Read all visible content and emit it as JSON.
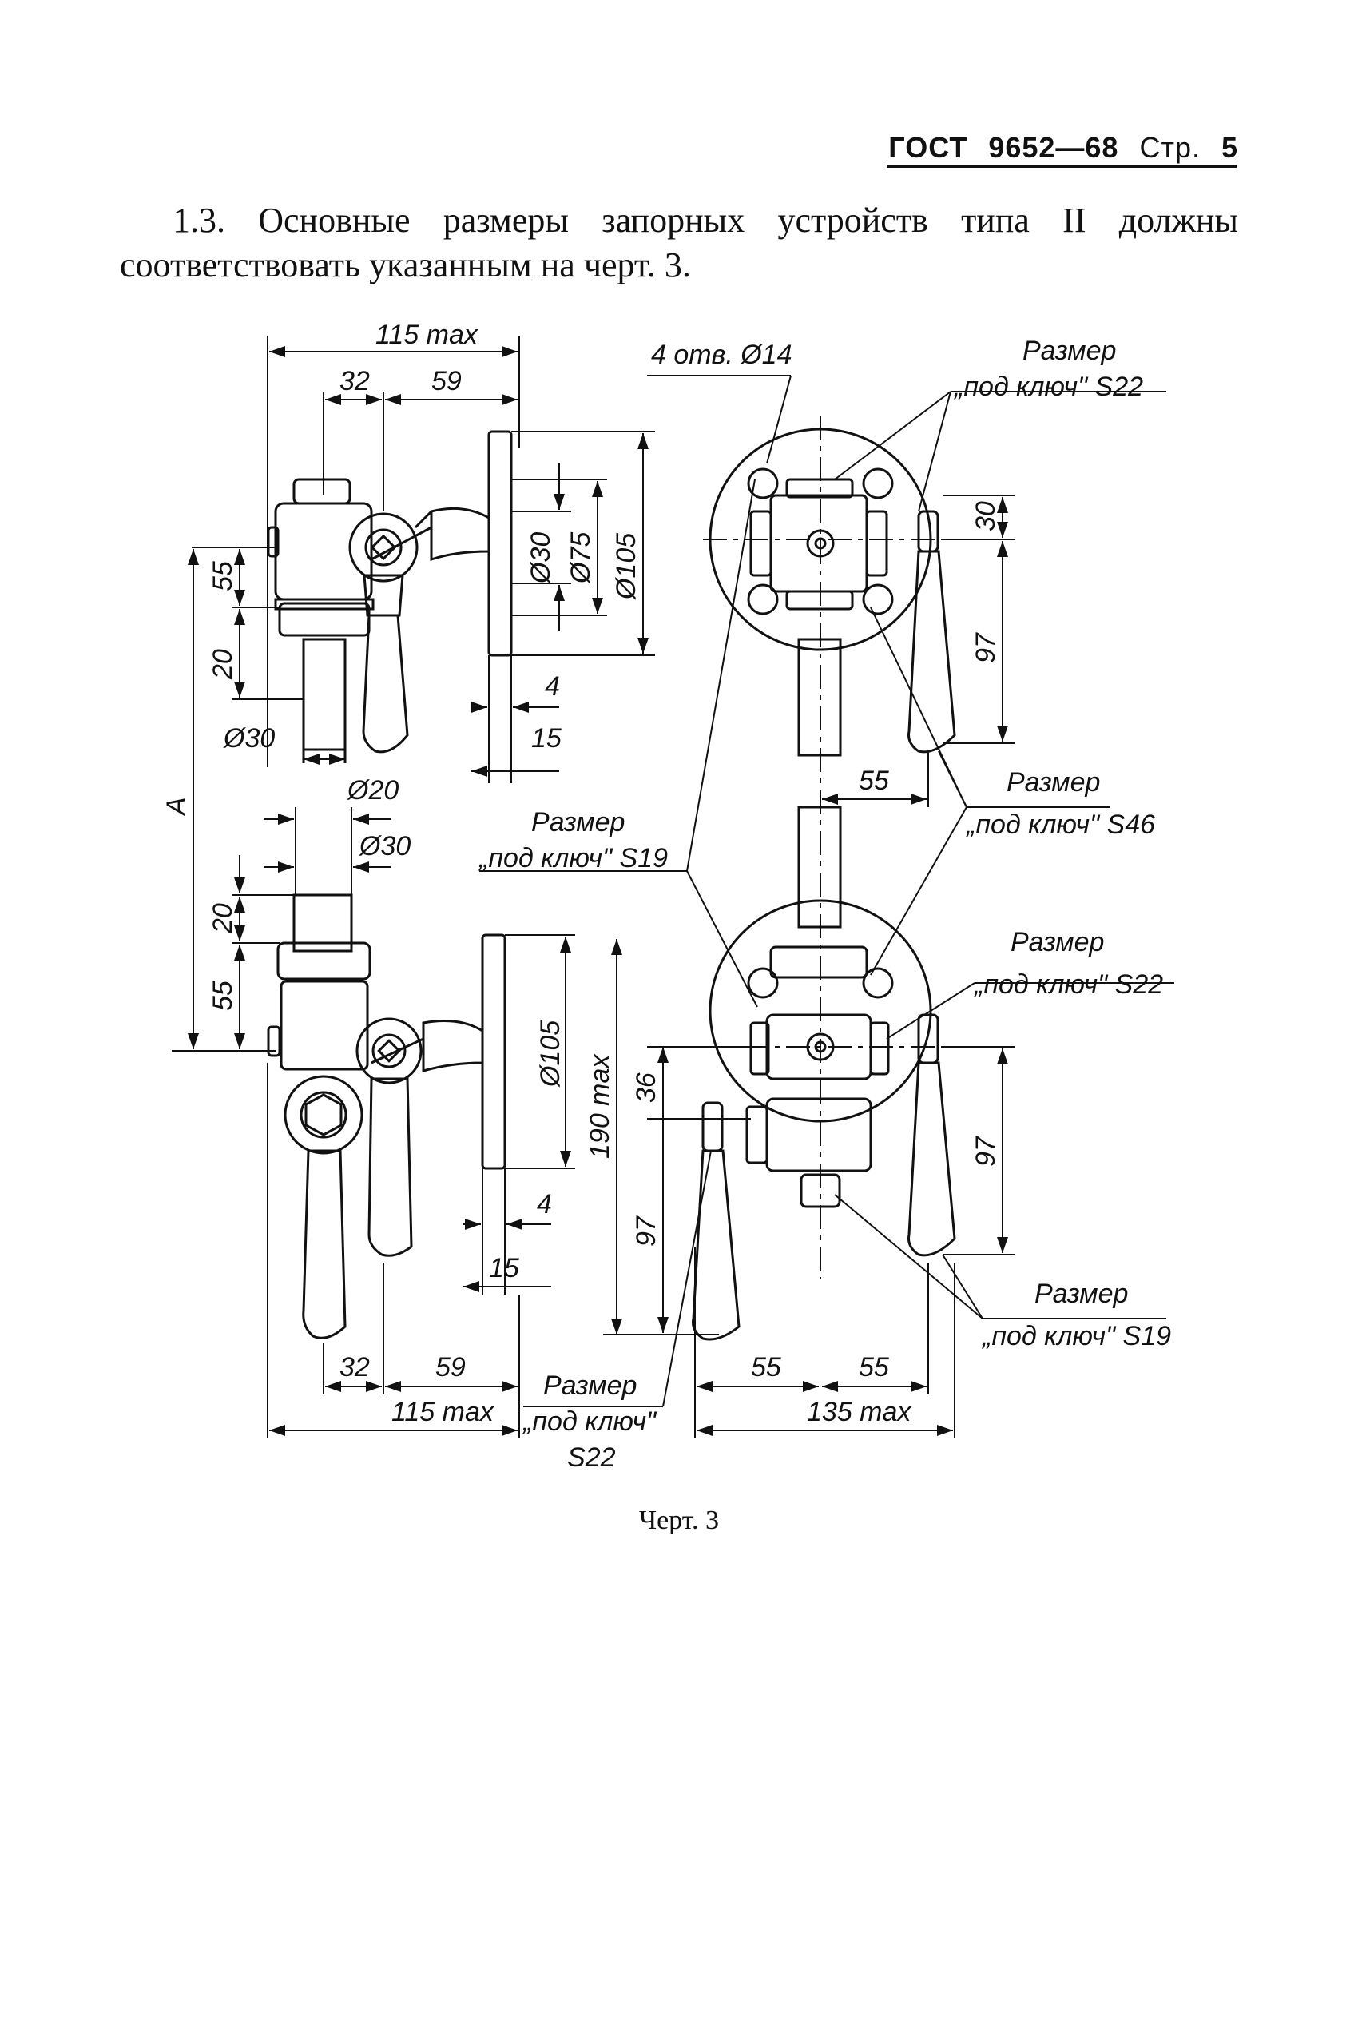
{
  "header": {
    "standard": "ГОСТ",
    "number": "9652—68",
    "page_label": "Стр.",
    "page_number": "5"
  },
  "paragraph": {
    "line1": "1.3. Основные размеры запорных устройств типа II должны",
    "line2": "соответствовать указанным на черт. 3."
  },
  "drawing": {
    "left_top": {
      "overall": "115 max",
      "d1": "32",
      "d2": "59",
      "h1": "55",
      "h2": "20",
      "dia_pipe": "Ø30",
      "dia_inner": "Ø30",
      "dia_mid": "Ø75",
      "dia_outer": "Ø105",
      "t1": "4",
      "t2": "15"
    },
    "left_bottom": {
      "dia_small": "Ø20",
      "dia_pipe": "Ø30",
      "h1": "20",
      "h2": "55",
      "dia_outer": "Ø105",
      "height_max": "190 max",
      "h_36": "36",
      "h_97": "97",
      "t1": "4",
      "t2": "15",
      "d1": "32",
      "d2": "59",
      "overall": "115 max"
    },
    "dim_A": "A",
    "right_top": {
      "holes": "4 отв. Ø14",
      "h30": "30",
      "h97": "97",
      "w55": "55"
    },
    "right_bottom": {
      "w55a": "55",
      "w55b": "55",
      "overall": "135 max",
      "h97": "97"
    },
    "callouts": {
      "s22_top": {
        "l1": "Размер",
        "l2": "„под ключ\" S22"
      },
      "s46": {
        "l1": "Размер",
        "l2": "„под ключ\" S46"
      },
      "s19_left": {
        "l1": "Размер",
        "l2": "„под ключ\" S19"
      },
      "s22_mid": {
        "l1": "Размер",
        "l2": "„под ключ\" S22"
      },
      "s19_right": {
        "l1": "Размер",
        "l2": "„под ключ\" S19"
      },
      "s22_bottom": {
        "l1": "Размер",
        "l2": "„под ключ\"",
        "l3": "S22"
      }
    }
  },
  "caption": "Черт. 3"
}
